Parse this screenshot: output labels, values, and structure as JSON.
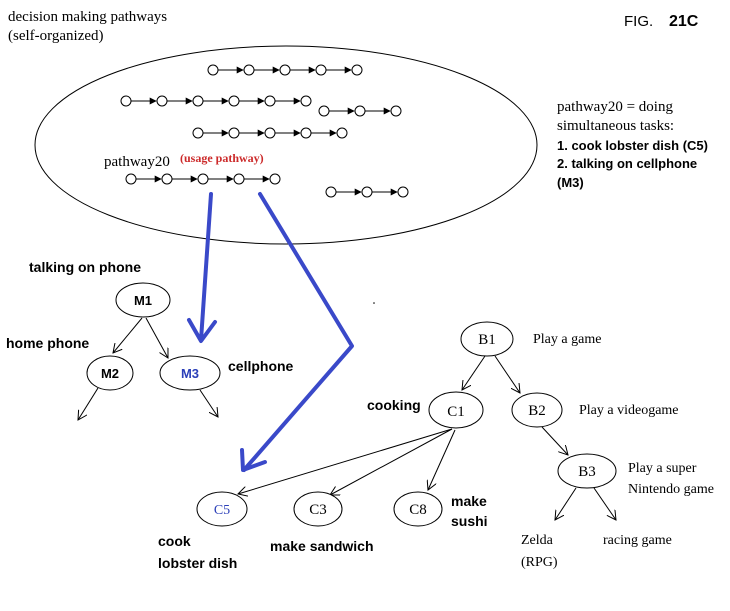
{
  "figure_label": {
    "prefix": "FIG.",
    "number": "21C"
  },
  "region_title": {
    "line1": "decision making pathways",
    "line2": "(self-organized)"
  },
  "pathway_label": {
    "name": "pathway20",
    "tag": "(usage pathway)"
  },
  "pathway_note": {
    "line1": "pathway20 = doing",
    "line2": "simultaneous tasks:",
    "task1": "1. cook lobster dish (C5)",
    "task2": "2. talking on cellphone",
    "task2b": "(M3)"
  },
  "tree_m": {
    "title": "talking on phone",
    "root": "M1",
    "left": "M2",
    "right": "M3",
    "left_label": "home phone",
    "right_label": "cellphone"
  },
  "tree_c": {
    "root": "C1",
    "root_label": "cooking",
    "children": [
      "C5",
      "C3",
      "C8"
    ],
    "c5_label_line1": "cook",
    "c5_label_line2": "lobster dish",
    "c3_label": "make sandwich",
    "c8_label_line1": "make",
    "c8_label_line2": "sushi"
  },
  "tree_b": {
    "root": "B1",
    "root_label": "Play a game",
    "b2": "B2",
    "b2_label": "Play a videogame",
    "b3": "B3",
    "b3_label_line1": "Play a super",
    "b3_label_line2": "Nintendo game",
    "leaf1_line1": "Zelda",
    "leaf1_line2": "(RPG)",
    "leaf2": "racing game"
  },
  "colors": {
    "highlight_node_text": "#2b3fb8",
    "usage_arrow": "#3a49c9",
    "usage_tag": "#cc2a2a",
    "line": "#000000"
  }
}
